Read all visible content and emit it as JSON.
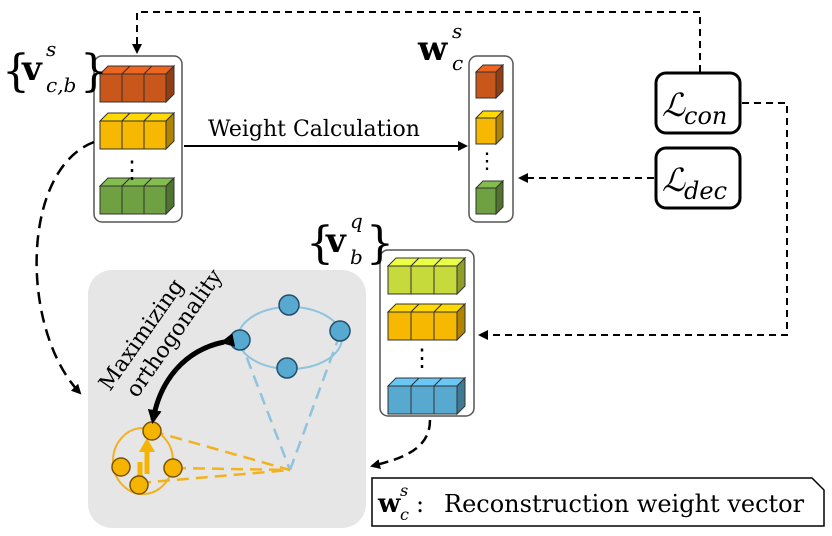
{
  "labels": {
    "support_set": {
      "open": "{",
      "symbol": "v",
      "sup": "s",
      "sub": "c,b",
      "close": "}"
    },
    "weight_vector": {
      "symbol": "w",
      "sup": "s",
      "sub": "c"
    },
    "query_set": {
      "open": "{",
      "symbol": "v",
      "sup": "q",
      "sub": "b",
      "close": "}"
    },
    "weight_calculation": "Weight Calculation",
    "loss_con": {
      "symbol": "ℒ",
      "sub": "con"
    },
    "loss_dec": {
      "symbol": "ℒ",
      "sub": "dec"
    },
    "maximizing": "Maximizing",
    "orthogonality": "orthogonality",
    "vertical_dots": "⋮",
    "legend": {
      "symbol": "w",
      "sup": "s",
      "sub": "c",
      "separator": ":",
      "text": "Reconstruction weight vector"
    }
  },
  "colors": {
    "orange_red": "#c9561a",
    "yellow": "#f6b800",
    "green": "#6fa042",
    "lime": "#c7da3c",
    "blue": "#58a9cf",
    "light_blue_line": "#8fc3de",
    "panel_gray": "#e6e6e6",
    "node_orange": "#f5b400",
    "dashed_orange": "#f2b220"
  }
}
